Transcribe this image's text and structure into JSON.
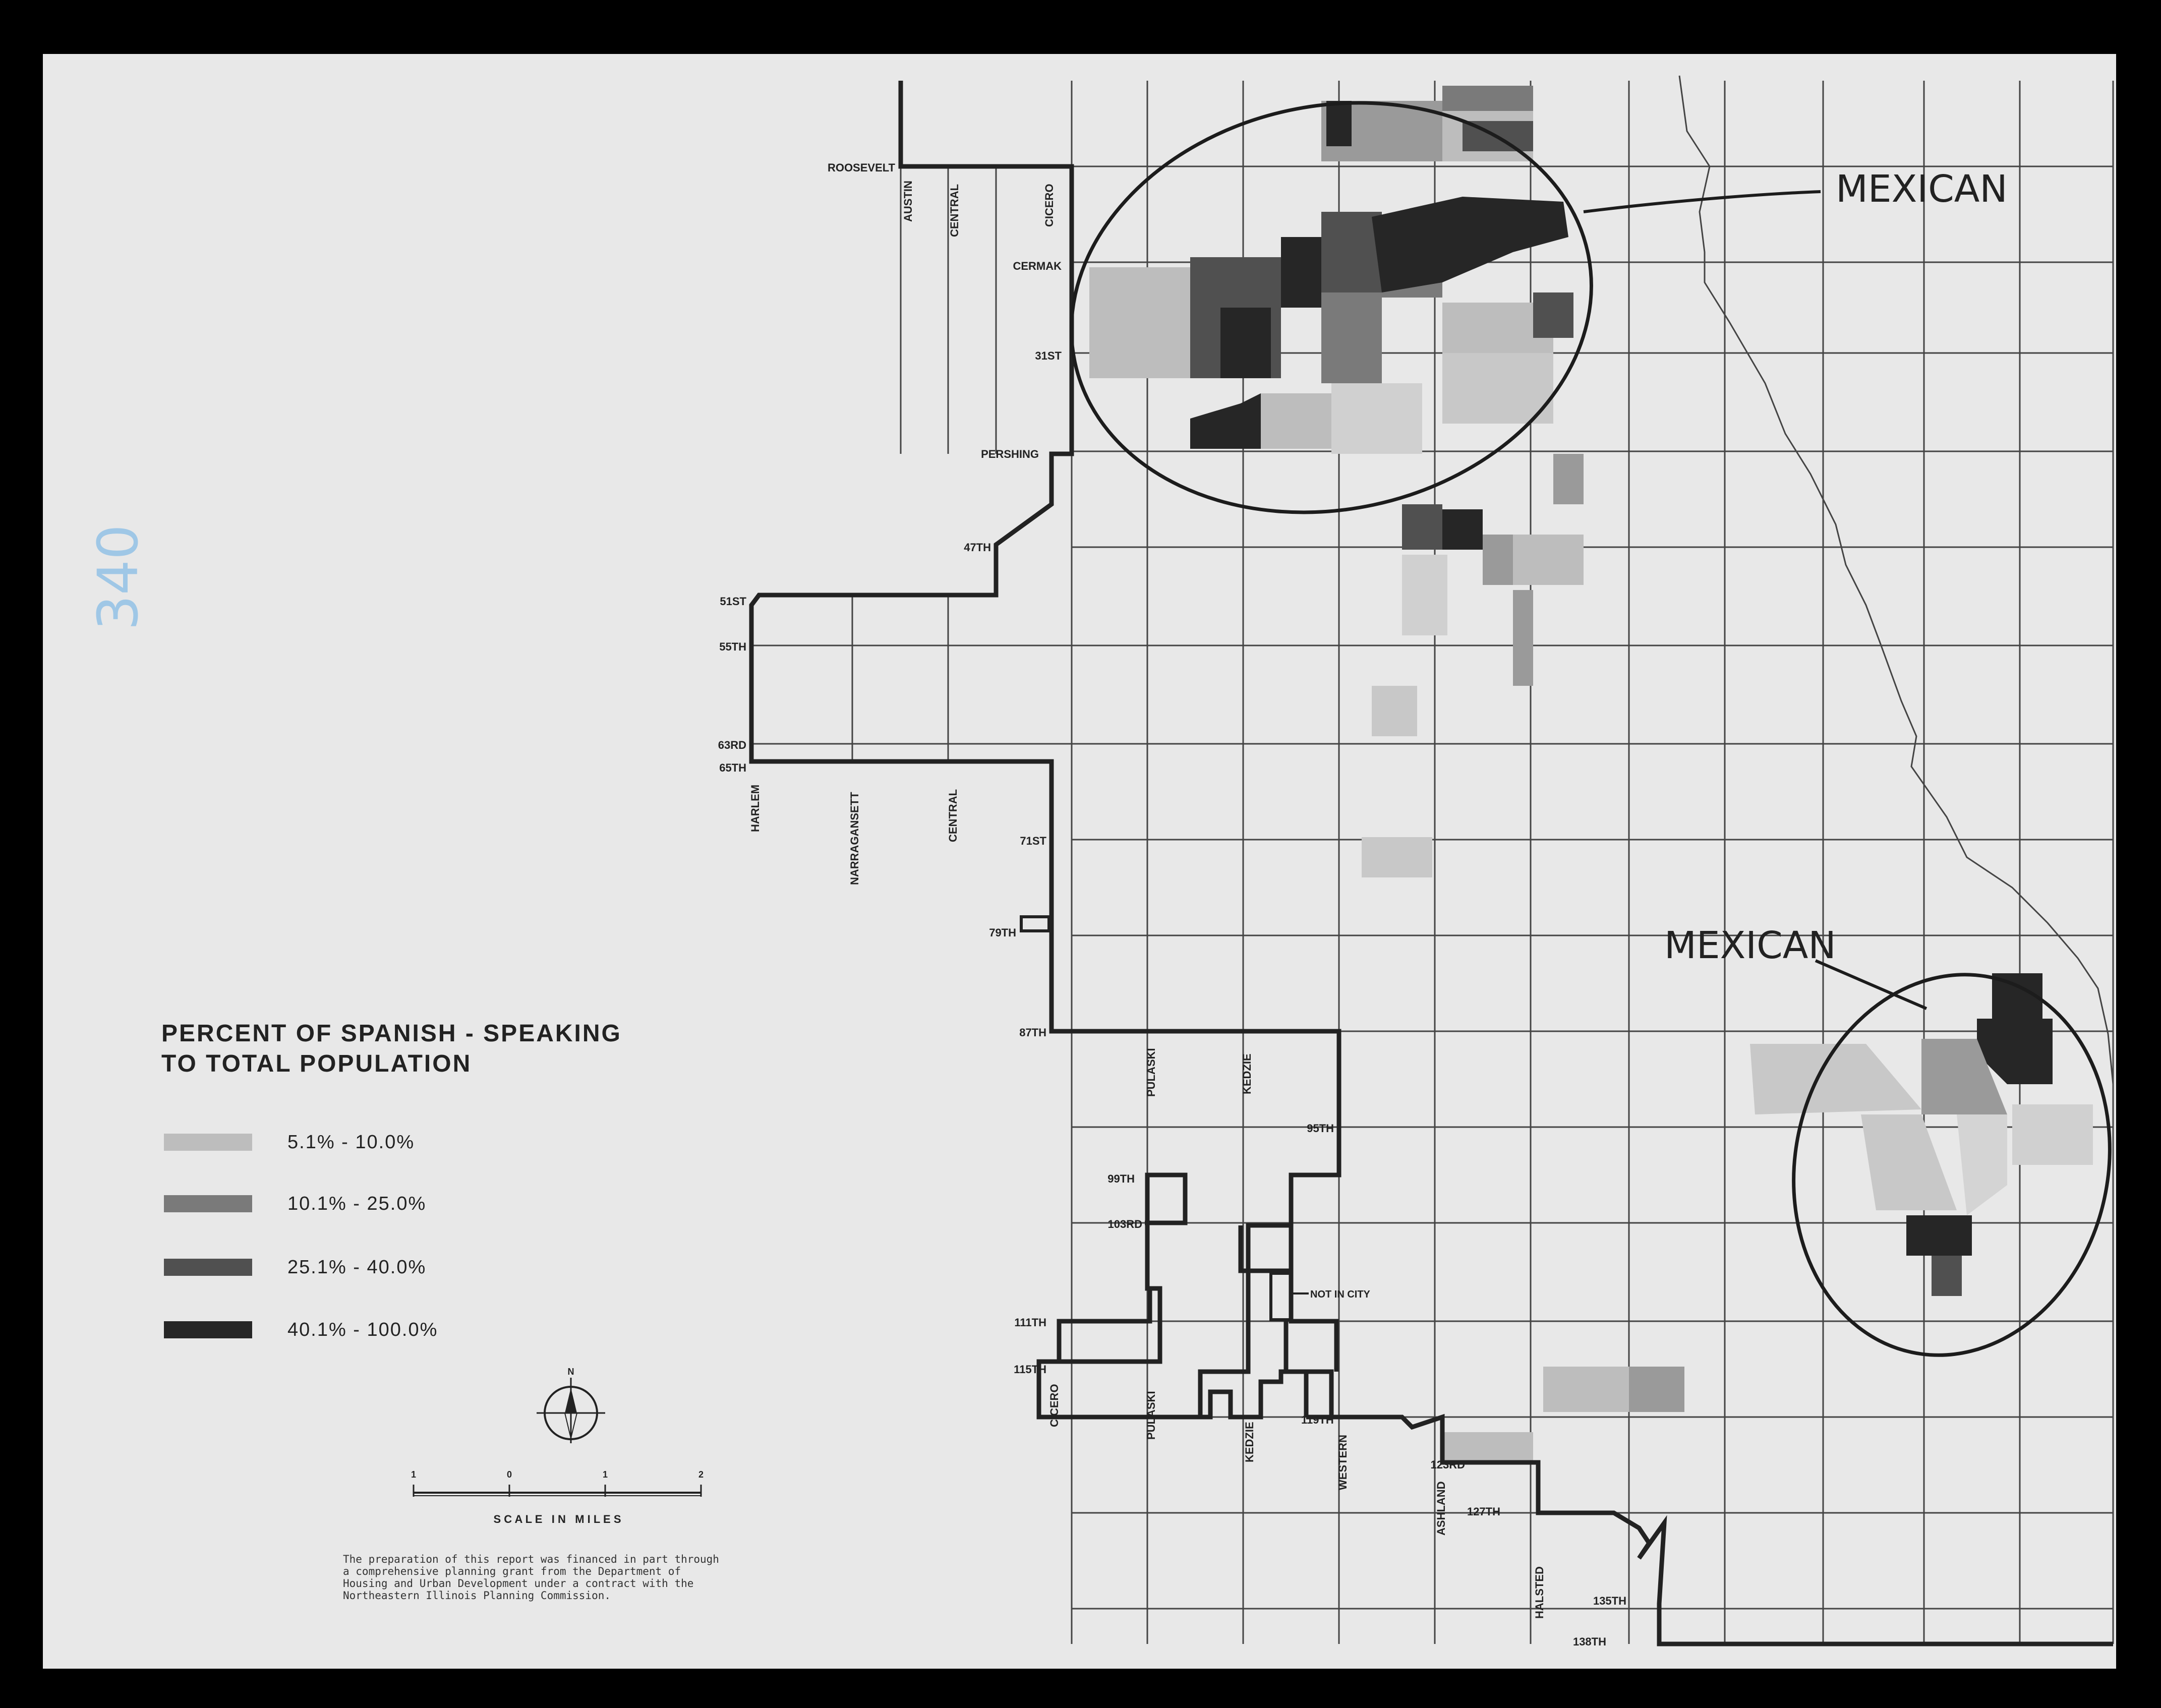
{
  "legend": {
    "title_line1": "PERCENT OF SPANISH - SPEAKING",
    "title_line2": "TO TOTAL POPULATION",
    "classes": [
      {
        "range": "5.1% - 10.0%",
        "color": "#bdbdbd"
      },
      {
        "range": "10.1% - 25.0%",
        "color": "#7a7a7a"
      },
      {
        "range": "25.1% - 40.0%",
        "color": "#505050"
      },
      {
        "range": "40.1% - 100.0%",
        "color": "#262626"
      }
    ]
  },
  "compass_letter": "N",
  "scale": {
    "ticks": [
      "1",
      "0",
      "1",
      "2"
    ],
    "caption": "S C A L E   I N   M I L E S"
  },
  "credit_lines": [
    "The preparation of this report was financed in part through",
    "a comprehensive planning grant from the Department of",
    "Housing and Urban Development under a contract with the",
    "Northeastern Illinois Planning Commission."
  ],
  "stamp_number": "340",
  "annotations": {
    "north": "MEXICAN",
    "south": "MEXICAN",
    "not_in_city": "NOT IN CITY"
  },
  "streets_horizontal": [
    "ROOSEVELT",
    "CERMAK",
    "31ST",
    "PERSHING",
    "47TH",
    "51ST",
    "55TH",
    "63RD",
    "65TH",
    "71ST",
    "79TH",
    "87TH",
    "95TH",
    "99TH",
    "103RD",
    "111TH",
    "115TH",
    "119TH",
    "123RD",
    "127TH",
    "135TH",
    "138TH"
  ],
  "streets_vertical": [
    "AUSTIN",
    "CENTRAL",
    "CICERO",
    "HARLEM",
    "NARRAGANSETT",
    "CENTRAL",
    "PULASKI",
    "KEDZIE",
    "CICERO",
    "PULASKI",
    "KEDZIE",
    "WESTERN",
    "ASHLAND",
    "HALSTED"
  ]
}
